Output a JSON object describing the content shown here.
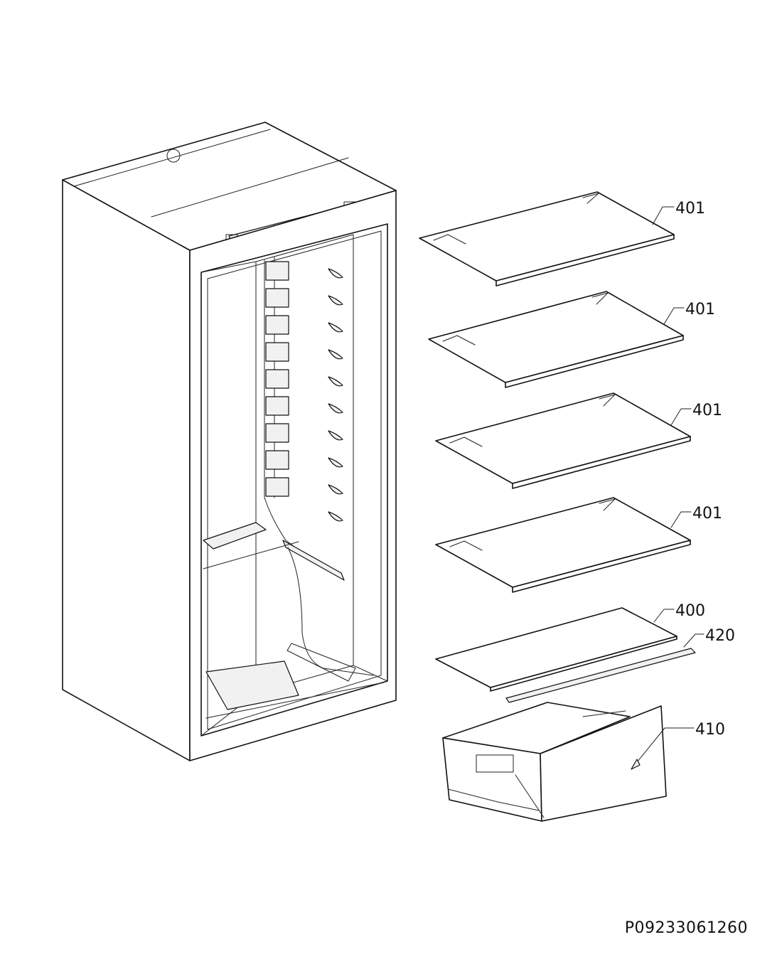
{
  "callouts": [
    {
      "id": "shelf-1",
      "label": "401"
    },
    {
      "id": "shelf-2",
      "label": "401"
    },
    {
      "id": "shelf-3",
      "label": "401"
    },
    {
      "id": "shelf-4",
      "label": "401"
    },
    {
      "id": "shelf-cover",
      "label": "400"
    },
    {
      "id": "trim-strip",
      "label": "420"
    },
    {
      "id": "drawer",
      "label": "410"
    }
  ],
  "reference_code": "P09233061260"
}
